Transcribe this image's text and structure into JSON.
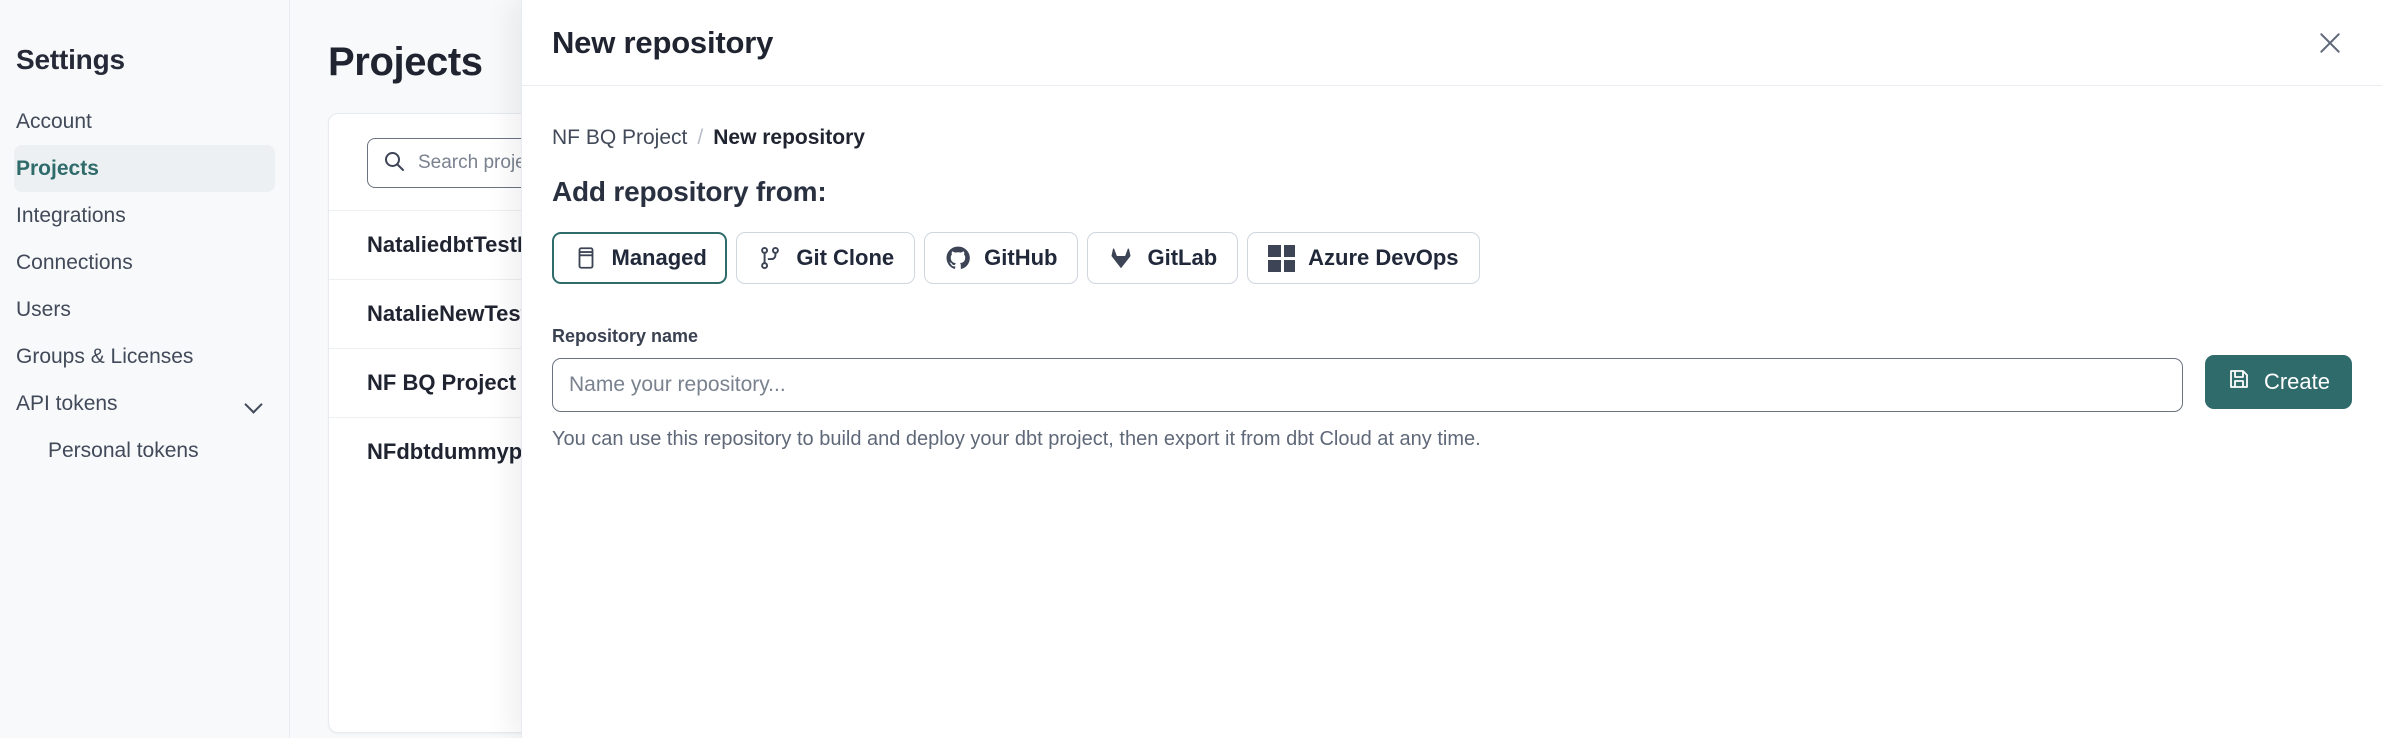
{
  "sidebar": {
    "title": "Settings",
    "items": [
      {
        "label": "Account",
        "active": false,
        "sub": false,
        "chevron": false
      },
      {
        "label": "Projects",
        "active": true,
        "sub": false,
        "chevron": false
      },
      {
        "label": "Integrations",
        "active": false,
        "sub": false,
        "chevron": false
      },
      {
        "label": "Connections",
        "active": false,
        "sub": false,
        "chevron": false
      },
      {
        "label": "Users",
        "active": false,
        "sub": false,
        "chevron": false
      },
      {
        "label": "Groups & Licenses",
        "active": false,
        "sub": false,
        "chevron": false
      },
      {
        "label": "API tokens",
        "active": false,
        "sub": false,
        "chevron": true
      },
      {
        "label": "Personal tokens",
        "active": false,
        "sub": true,
        "chevron": false
      }
    ]
  },
  "page": {
    "title": "Projects",
    "search_placeholder": "Search projects by na",
    "search_value": "",
    "projects": [
      {
        "name": "NataliedbtTestLearn T"
      },
      {
        "name": "NatalieNewTest"
      },
      {
        "name": "NF BQ Project"
      },
      {
        "name": "NFdbtdummyproject"
      }
    ]
  },
  "modal": {
    "title": "New repository",
    "close_label": "✕",
    "breadcrumb": {
      "parent": "NF BQ Project",
      "separator": "/",
      "current": "New repository"
    },
    "section_title": "Add repository from:",
    "sources": [
      {
        "label": "Managed",
        "icon": "database-icon",
        "selected": true
      },
      {
        "label": "Git Clone",
        "icon": "git-branch-icon",
        "selected": false
      },
      {
        "label": "GitHub",
        "icon": "github-icon",
        "selected": false
      },
      {
        "label": "GitLab",
        "icon": "gitlab-icon",
        "selected": false
      },
      {
        "label": "Azure DevOps",
        "icon": "azure-icon",
        "selected": false
      }
    ],
    "form": {
      "name_label": "Repository name",
      "name_placeholder": "Name your repository...",
      "name_value": "",
      "helper_text": "You can use this repository to build and deploy your dbt project, then export it from dbt Cloud at any time.",
      "create_label": "Create"
    }
  },
  "colors": {
    "accent": "#2f6b6b",
    "text": "#1f2430",
    "muted": "#5f6878",
    "border": "#cfd6de",
    "page_bg": "#f7f9fa"
  }
}
